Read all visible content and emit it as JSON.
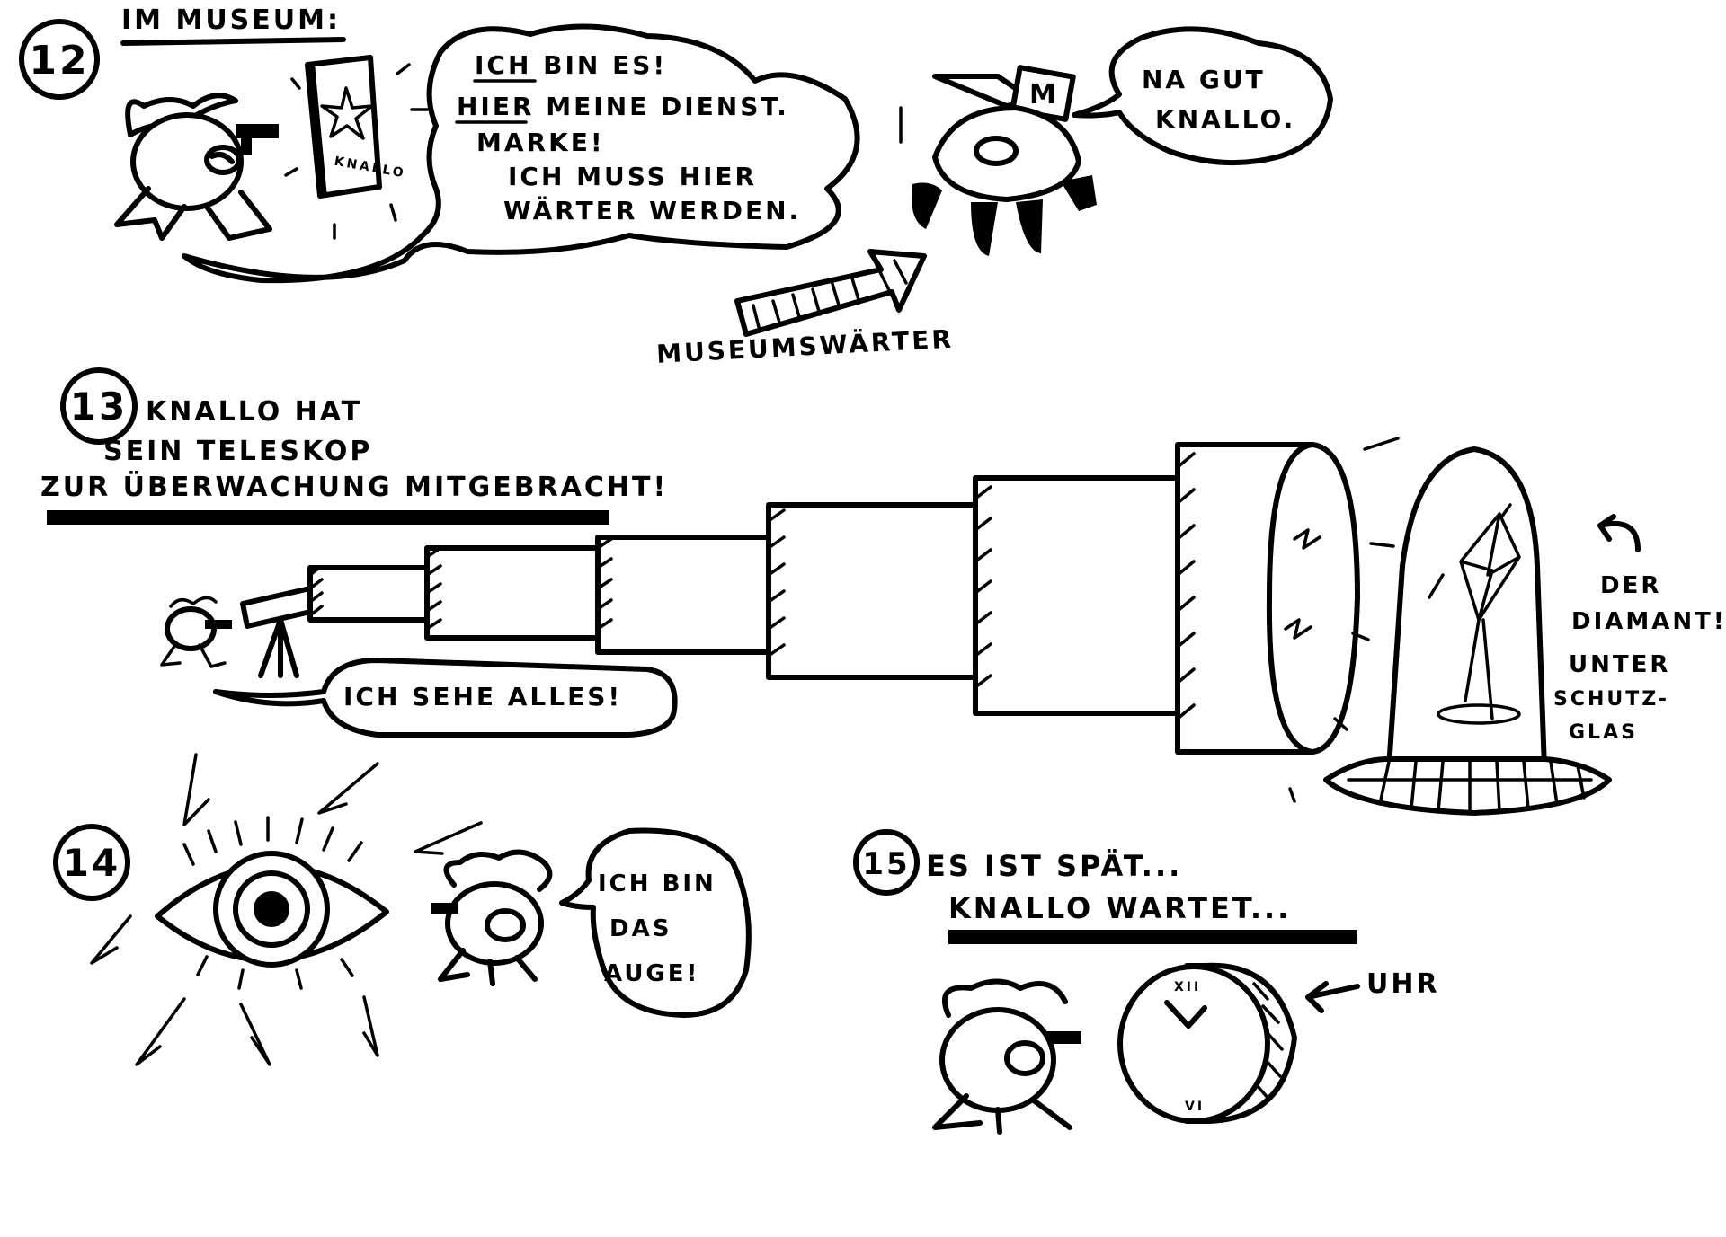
{
  "panel12": {
    "number": "12",
    "caption": "IM MUSEUM:",
    "badge_text": "KNALLO",
    "bubble_lines": [
      "ICH BIN ES!",
      "HIER MEINE DIENST.",
      "MARKE!",
      "ICH MUSS HIER",
      "WÄRTER WERDEN."
    ],
    "guard_bubble_lines": [
      "NA GUT",
      "KNALLO."
    ],
    "guard_cap_letter": "M",
    "guard_label": "MUSEUMSWÄRTER"
  },
  "panel13": {
    "number": "13",
    "caption_lines": [
      "KNALLO HAT",
      "SEIN TELESKOP",
      "ZUR ÜBERWACHUNG MITGEBRACHT!"
    ],
    "bubble": "ICH SEHE ALLES!",
    "diamond_label_lines": [
      "DER",
      "DIAMANT!",
      "UNTER",
      "SCHUTZ-",
      "GLAS"
    ]
  },
  "panel14": {
    "number": "14",
    "bubble_lines": [
      "ICH BIN",
      "DAS",
      "AUGE!"
    ]
  },
  "panel15": {
    "number": "15",
    "caption_lines": [
      "ES IST SPÄT...",
      "KNALLO WARTET..."
    ],
    "clock_label": "UHR",
    "clock_marks": [
      "XII",
      "VI"
    ]
  },
  "colors": {
    "ink": "#000000",
    "paper": "#ffffff"
  }
}
